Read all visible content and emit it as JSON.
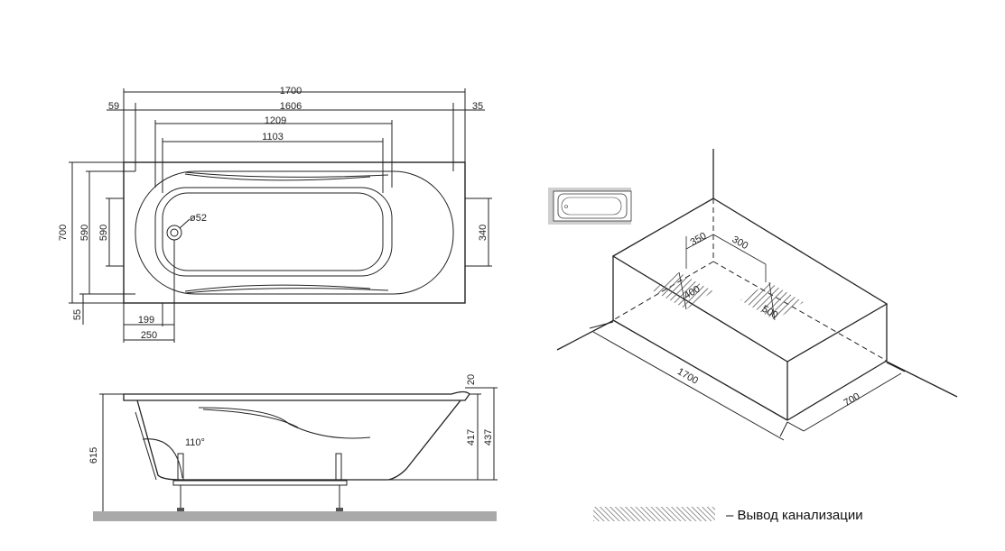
{
  "top_view": {
    "dims": {
      "total_length": "1700",
      "left_offset": "59",
      "inner_length": "1606",
      "right_offset": "35",
      "basin_length": "1209",
      "bottom_length": "1103",
      "total_width": "700",
      "width_590_outer": "590",
      "width_590_inner": "590",
      "right_width": "340",
      "bottom_offset": "55",
      "drain_x": "199",
      "drain_x_outer": "250",
      "drain_diameter": "ø52"
    }
  },
  "side_view": {
    "dims": {
      "rim_thickness": "20",
      "depth_inner": "417",
      "depth_total": "437",
      "total_height": "615",
      "backrest_angle": "110°"
    }
  },
  "isometric_view": {
    "dims": {
      "length": "1700",
      "width": "700",
      "drain_offset_a": "350",
      "drain_offset_b": "300",
      "zone_a": "400",
      "zone_b": "500"
    }
  },
  "legend": {
    "text": "– Вывод канализации"
  }
}
